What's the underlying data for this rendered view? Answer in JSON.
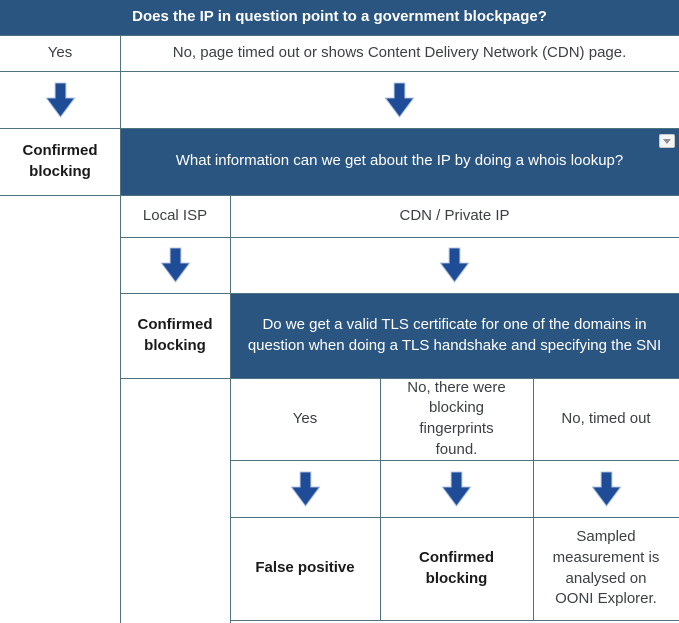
{
  "colors": {
    "header_bg": "#2a5581",
    "header_text": "#ffffff",
    "arrow_fill": "#1f4c96",
    "arrow_edge": "#a3b8dc",
    "border": "#4e737f",
    "text": "#3c4043",
    "bold_text": "#1a1a1a"
  },
  "icons": {
    "arrow_down": "block-arrow-down",
    "dropdown_caret": "▾"
  },
  "flowchart": {
    "step1": {
      "question": "Does the IP in question point to a government blockpage?",
      "answer_yes": "Yes",
      "answer_no": "No, page timed out or shows Content Delivery Network (CDN) page.",
      "outcome_yes": "Confirmed blocking"
    },
    "step2": {
      "question": "What information can we get about the IP by doing a whois lookup?",
      "answer_local_isp": "Local ISP",
      "answer_cdn": "CDN / Private IP",
      "outcome_local_isp": "Confirmed blocking"
    },
    "step3": {
      "question": "Do we get a valid TLS certificate for one of the domains in question when doing a TLS handshake and specifying the SNI",
      "answer_yes": "Yes",
      "answer_fingerprints": "No, there were blocking fingerprints found.",
      "answer_timeout": "No, timed out",
      "outcome_yes": "False positive",
      "outcome_fingerprints": "Confirmed blocking",
      "outcome_timeout": "Sampled measurement is analysed on OONI Explorer."
    }
  }
}
